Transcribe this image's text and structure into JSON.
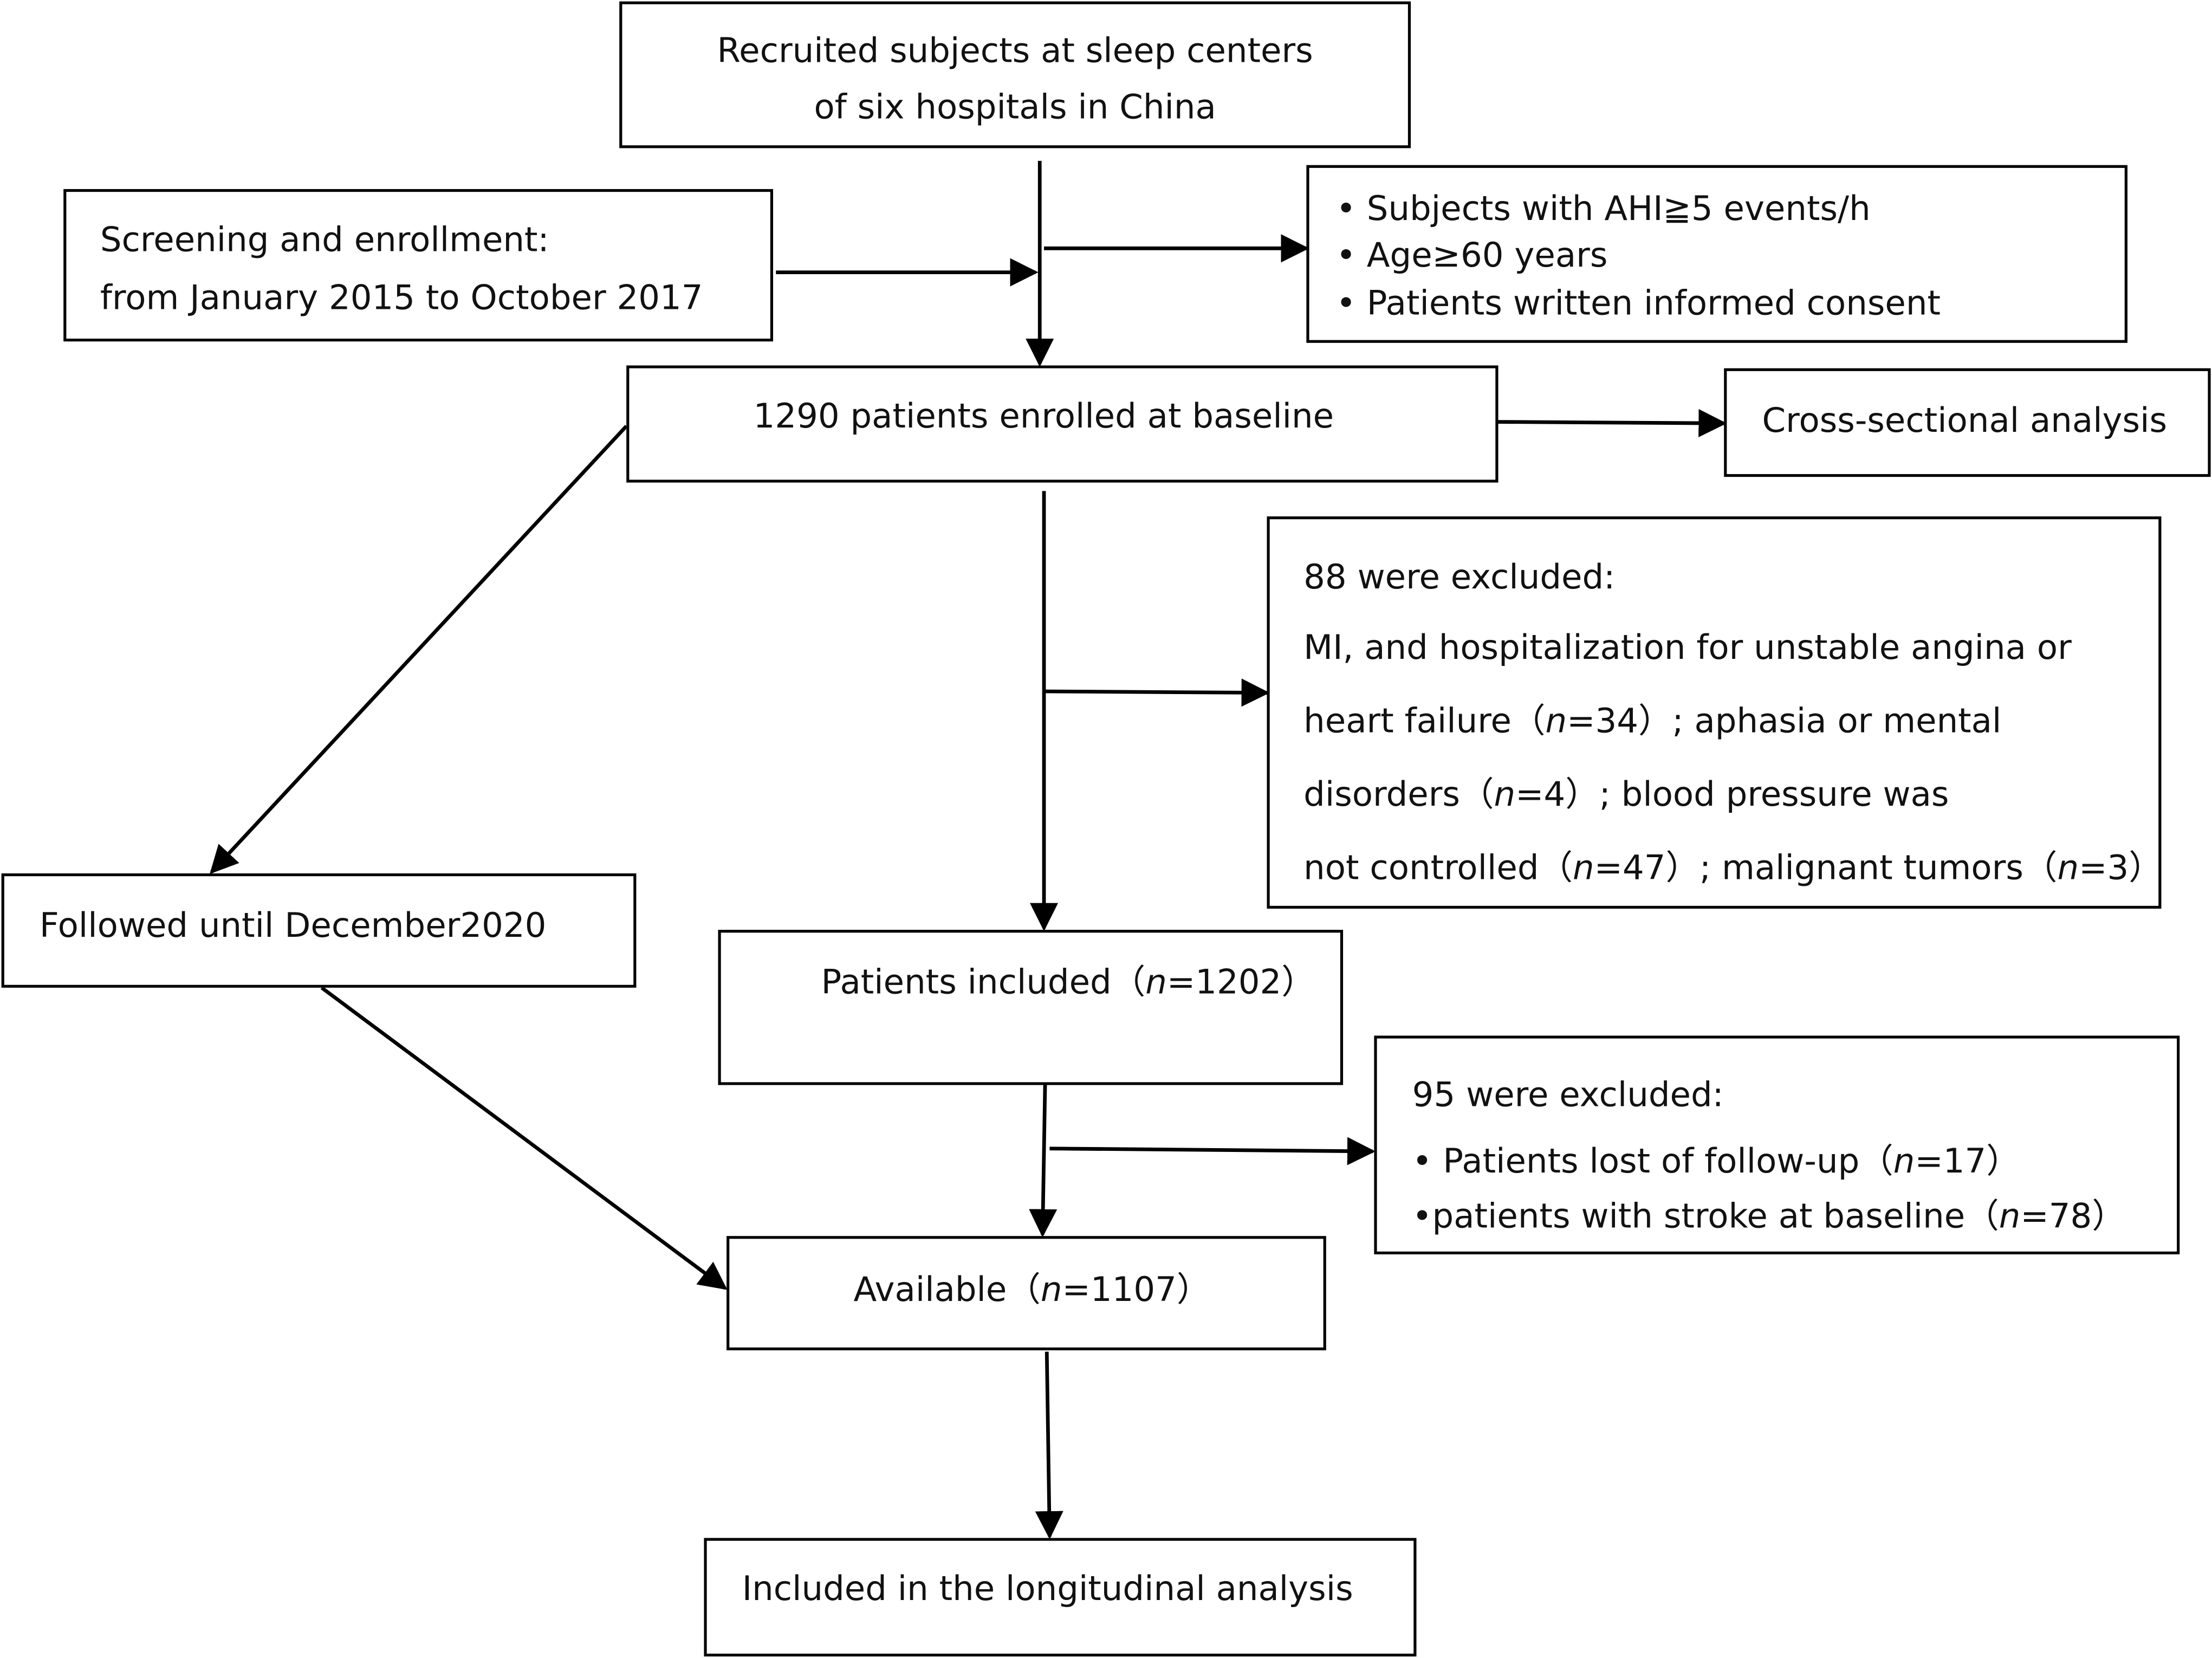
{
  "flowchart": {
    "recruit": {
      "line1": "Recruited subjects at sleep centers",
      "line2": "of six hospitals in China"
    },
    "screening": {
      "line1": "Screening and enrollment:",
      "line2": "from January 2015 to October 2017"
    },
    "criteria": {
      "items": [
        "• Subjects with AHI≧5 events/h",
        "• Age≥60 years",
        "• Patients written informed consent"
      ]
    },
    "baseline": {
      "label": "1290 patients enrolled at baseline"
    },
    "cross_sectional": {
      "label": "Cross-sectional analysis"
    },
    "excluded_88": {
      "title": "88 were excluded:",
      "line1": "MI, and hospitalization for unstable angina or",
      "line2_a": "heart failure（",
      "line2_n": "n",
      "line2_b": "=34）; aphasia or mental",
      "line3_a": "disorders（",
      "line3_n": "n",
      "line3_b": "=4）; blood pressure was",
      "line4_a": "not controlled（",
      "line4_n": "n",
      "line4_b": "=47）; malignant tumors（",
      "line4_n2": "n",
      "line4_c": "=3）"
    },
    "followed": {
      "label": "Followed  until  December2020"
    },
    "included": {
      "label_a": "Patients included（",
      "label_n": "n",
      "label_b": "=1202）"
    },
    "excluded_95": {
      "title": "95 were excluded:",
      "line1_a": "• Patients lost of follow-up（",
      "line1_n": "n",
      "line1_b": "=17）",
      "line2_a": "•patients with stroke at baseline（",
      "line2_n": "n",
      "line2_b": "=78）"
    },
    "available": {
      "label_a": "Available（",
      "label_n": "n",
      "label_b": "=1107）"
    },
    "longitudinal": {
      "label": "Included in the longitudinal analysis"
    }
  }
}
